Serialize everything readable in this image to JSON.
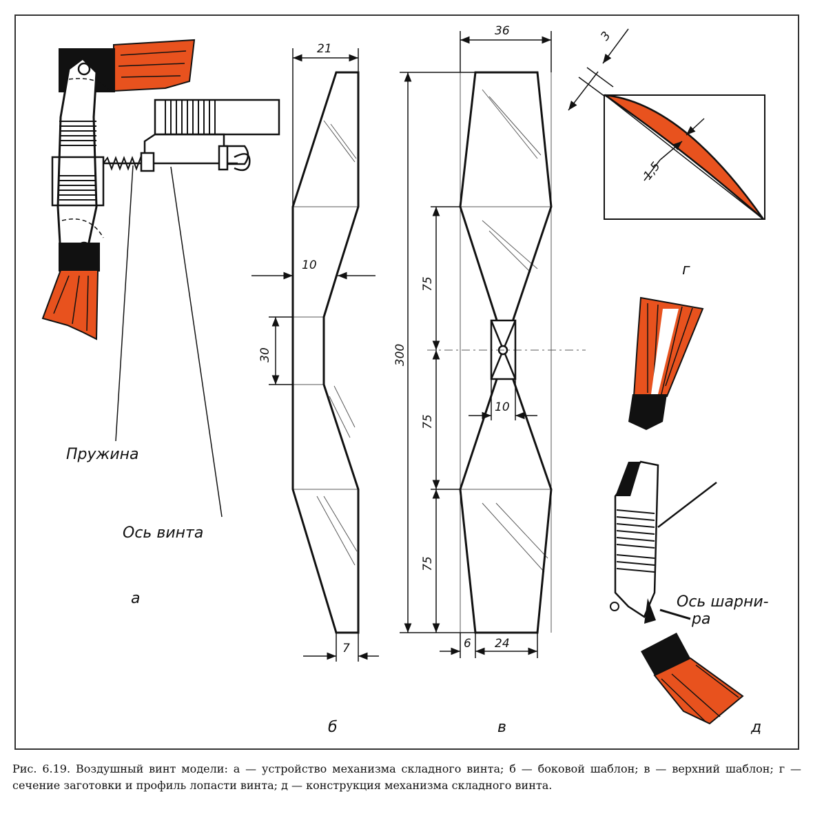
{
  "colors": {
    "wood": "#e8521e",
    "ink": "#111111",
    "frame": "#333333"
  },
  "labels": {
    "spring": "Пружина",
    "screw_axis": "Ось винта",
    "hinge_axis_1": "Ось шарни-",
    "hinge_axis_2": "ра"
  },
  "sub_labels": {
    "a": "а",
    "b": "б",
    "v": "в",
    "g": "г",
    "d": "д"
  },
  "dimensions": {
    "side_top_width": "21",
    "side_notch": "10",
    "side_hub": "30",
    "side_bottom_width": "7",
    "top_width": "36",
    "total_length": "300",
    "segment_1": "75",
    "segment_2": "75",
    "segment_3": "75",
    "hub_width": "10",
    "bottom_offset": "6",
    "bottom_width": "24",
    "section_thickness": "3",
    "profile_thickness": "1,5"
  },
  "caption": "Рис. 6.19. Воздушный винт модели: а — устройство механизма складного винта; б — боковой шаблон; в — верхний шаблон; г — сечение заготовки и профиль лопасти винта; д — конструкция механизма складного винта."
}
